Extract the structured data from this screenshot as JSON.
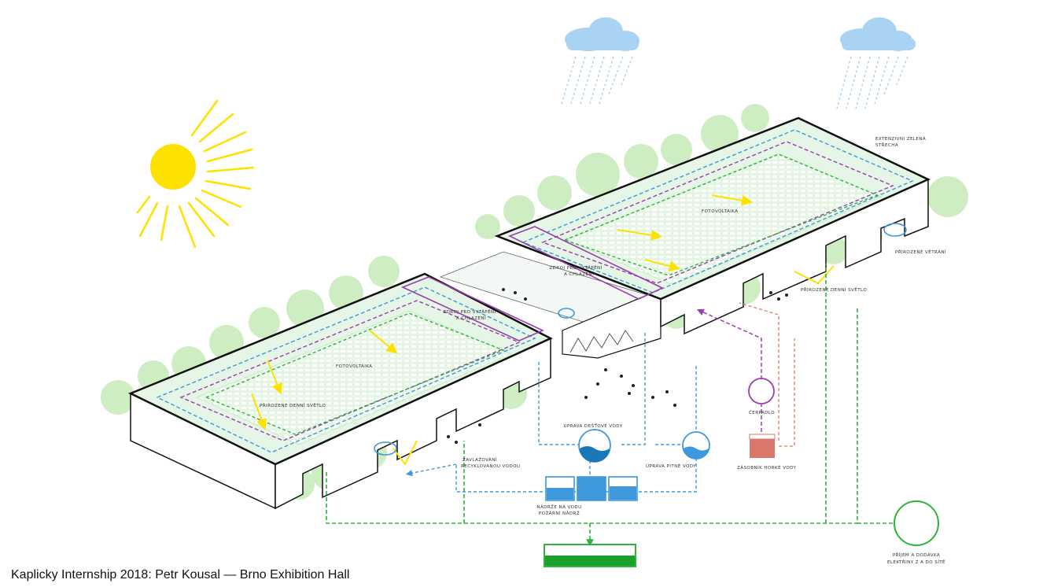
{
  "caption": "Kaplicky Internship 2018: Petr Kousal  — Brno Exhibition Hall",
  "colors": {
    "sun": "#ffe100",
    "cloud": "#a9d3f3",
    "rain": "#9ecbeb",
    "roof": "#ddf3df",
    "tree": "#b9e6a9",
    "green_line": "#2db43c",
    "blue_line": "#3e98db",
    "purple_line": "#9b3db0",
    "red_line": "#e07a6a",
    "outline": "#111111"
  },
  "labels": {
    "green_roof": [
      "EXTENZIVNÍ ZELENÁ",
      "STŘECHA"
    ],
    "pv_right": "FOTOVOLTAIKA",
    "pv_left": "FOTOVOLTAIKA",
    "heat_source_right": [
      "ZDROJ PRO VYTÁPĚNÍ",
      "A CHLAZENÍ"
    ],
    "heat_source_left": [
      "ZDROJ PRO VYTÁPĚNÍ",
      "A CHLAZENÍ"
    ],
    "natural_ventilation": "PŘIROZENÉ VĚTRÁNÍ",
    "daylight_right": "PŘIROZENÉ DENNÍ SVĚTLO",
    "daylight_left": "PŘIROZENÉ DENNÍ SVĚTLO",
    "pump": "ČERPADLO",
    "rainwater_treatment": "ÚPRAVA DEŠŤOVÉ VODY",
    "drinking_water_treatment": "ÚPRAVA PITNÉ VODY",
    "hot_water_tank": "ZÁSOBNÍK HORKÉ VODY",
    "irrigation": [
      "ZAVLAŽOVÁNÍ",
      "RECYKLOVANOU VODOU"
    ],
    "tanks": [
      "NÁDRŽE NA VODU",
      "POŽÁRNÍ NÁDRŽ"
    ],
    "grid": [
      "PŘÍJEM A DODÁVKA",
      "ELEKTŘINY Z A DO SÍTĚ"
    ]
  }
}
